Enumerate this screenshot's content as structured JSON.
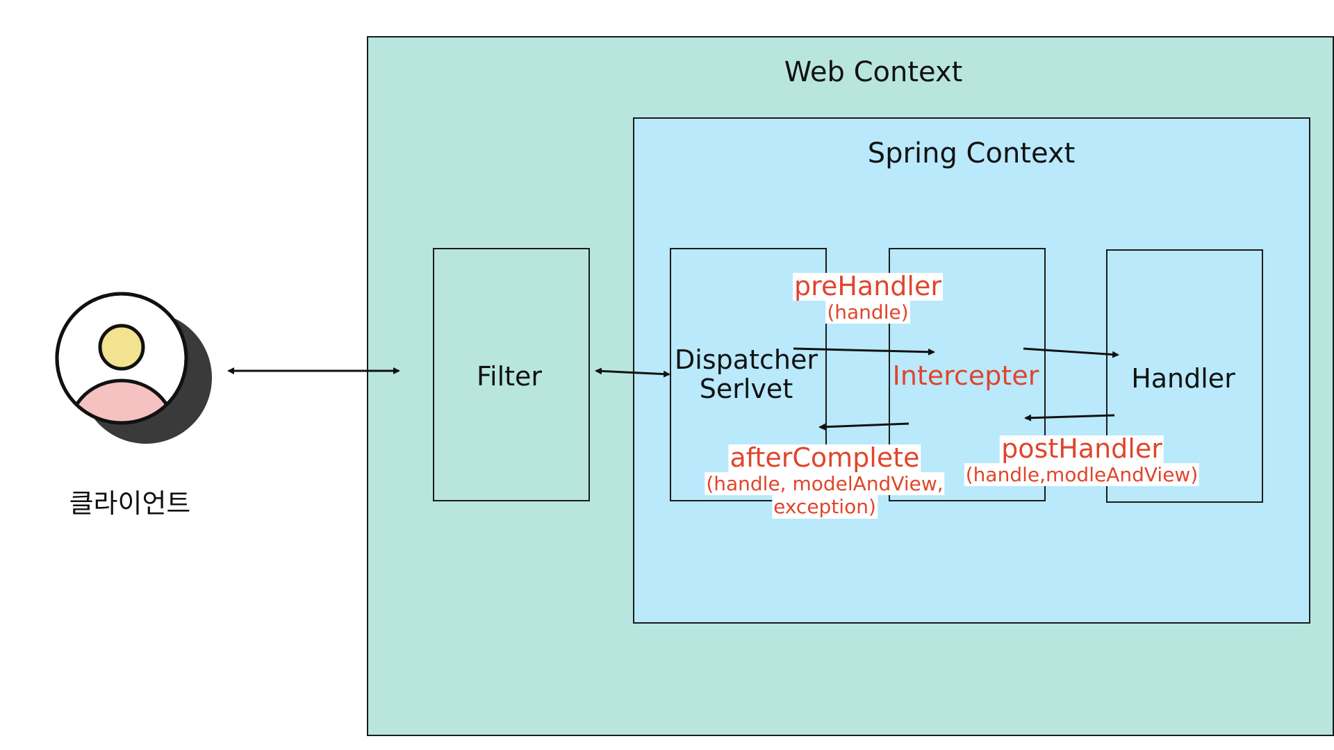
{
  "client": {
    "label": "클라이언트"
  },
  "web_context": {
    "title": "Web Context"
  },
  "spring_context": {
    "title": "Spring Context"
  },
  "filter": {
    "label": "Filter"
  },
  "dispatcher": {
    "line1": "Dispatcher",
    "line2": "Serlvet"
  },
  "interceptor": {
    "label": "Intercepter"
  },
  "handler": {
    "label": "Handler"
  },
  "hooks": {
    "pre": {
      "name": "preHandler",
      "params": "(handle)"
    },
    "post": {
      "name": "postHandler",
      "params": "(handle,modleAndView)"
    },
    "after": {
      "name": "afterComplete",
      "params_line1": "(handle, modelAndView,",
      "params_line2": "exception)"
    }
  },
  "colors": {
    "web_context_bg": "#b8e6df",
    "spring_context_bg": "#b9e9fb",
    "hook_text": "#e0452b",
    "avatar_head": "#f3e28f",
    "avatar_body": "#f5c1c1",
    "avatar_shadow": "#3a3a3a"
  },
  "icons": {
    "client": "user-avatar-icon"
  }
}
